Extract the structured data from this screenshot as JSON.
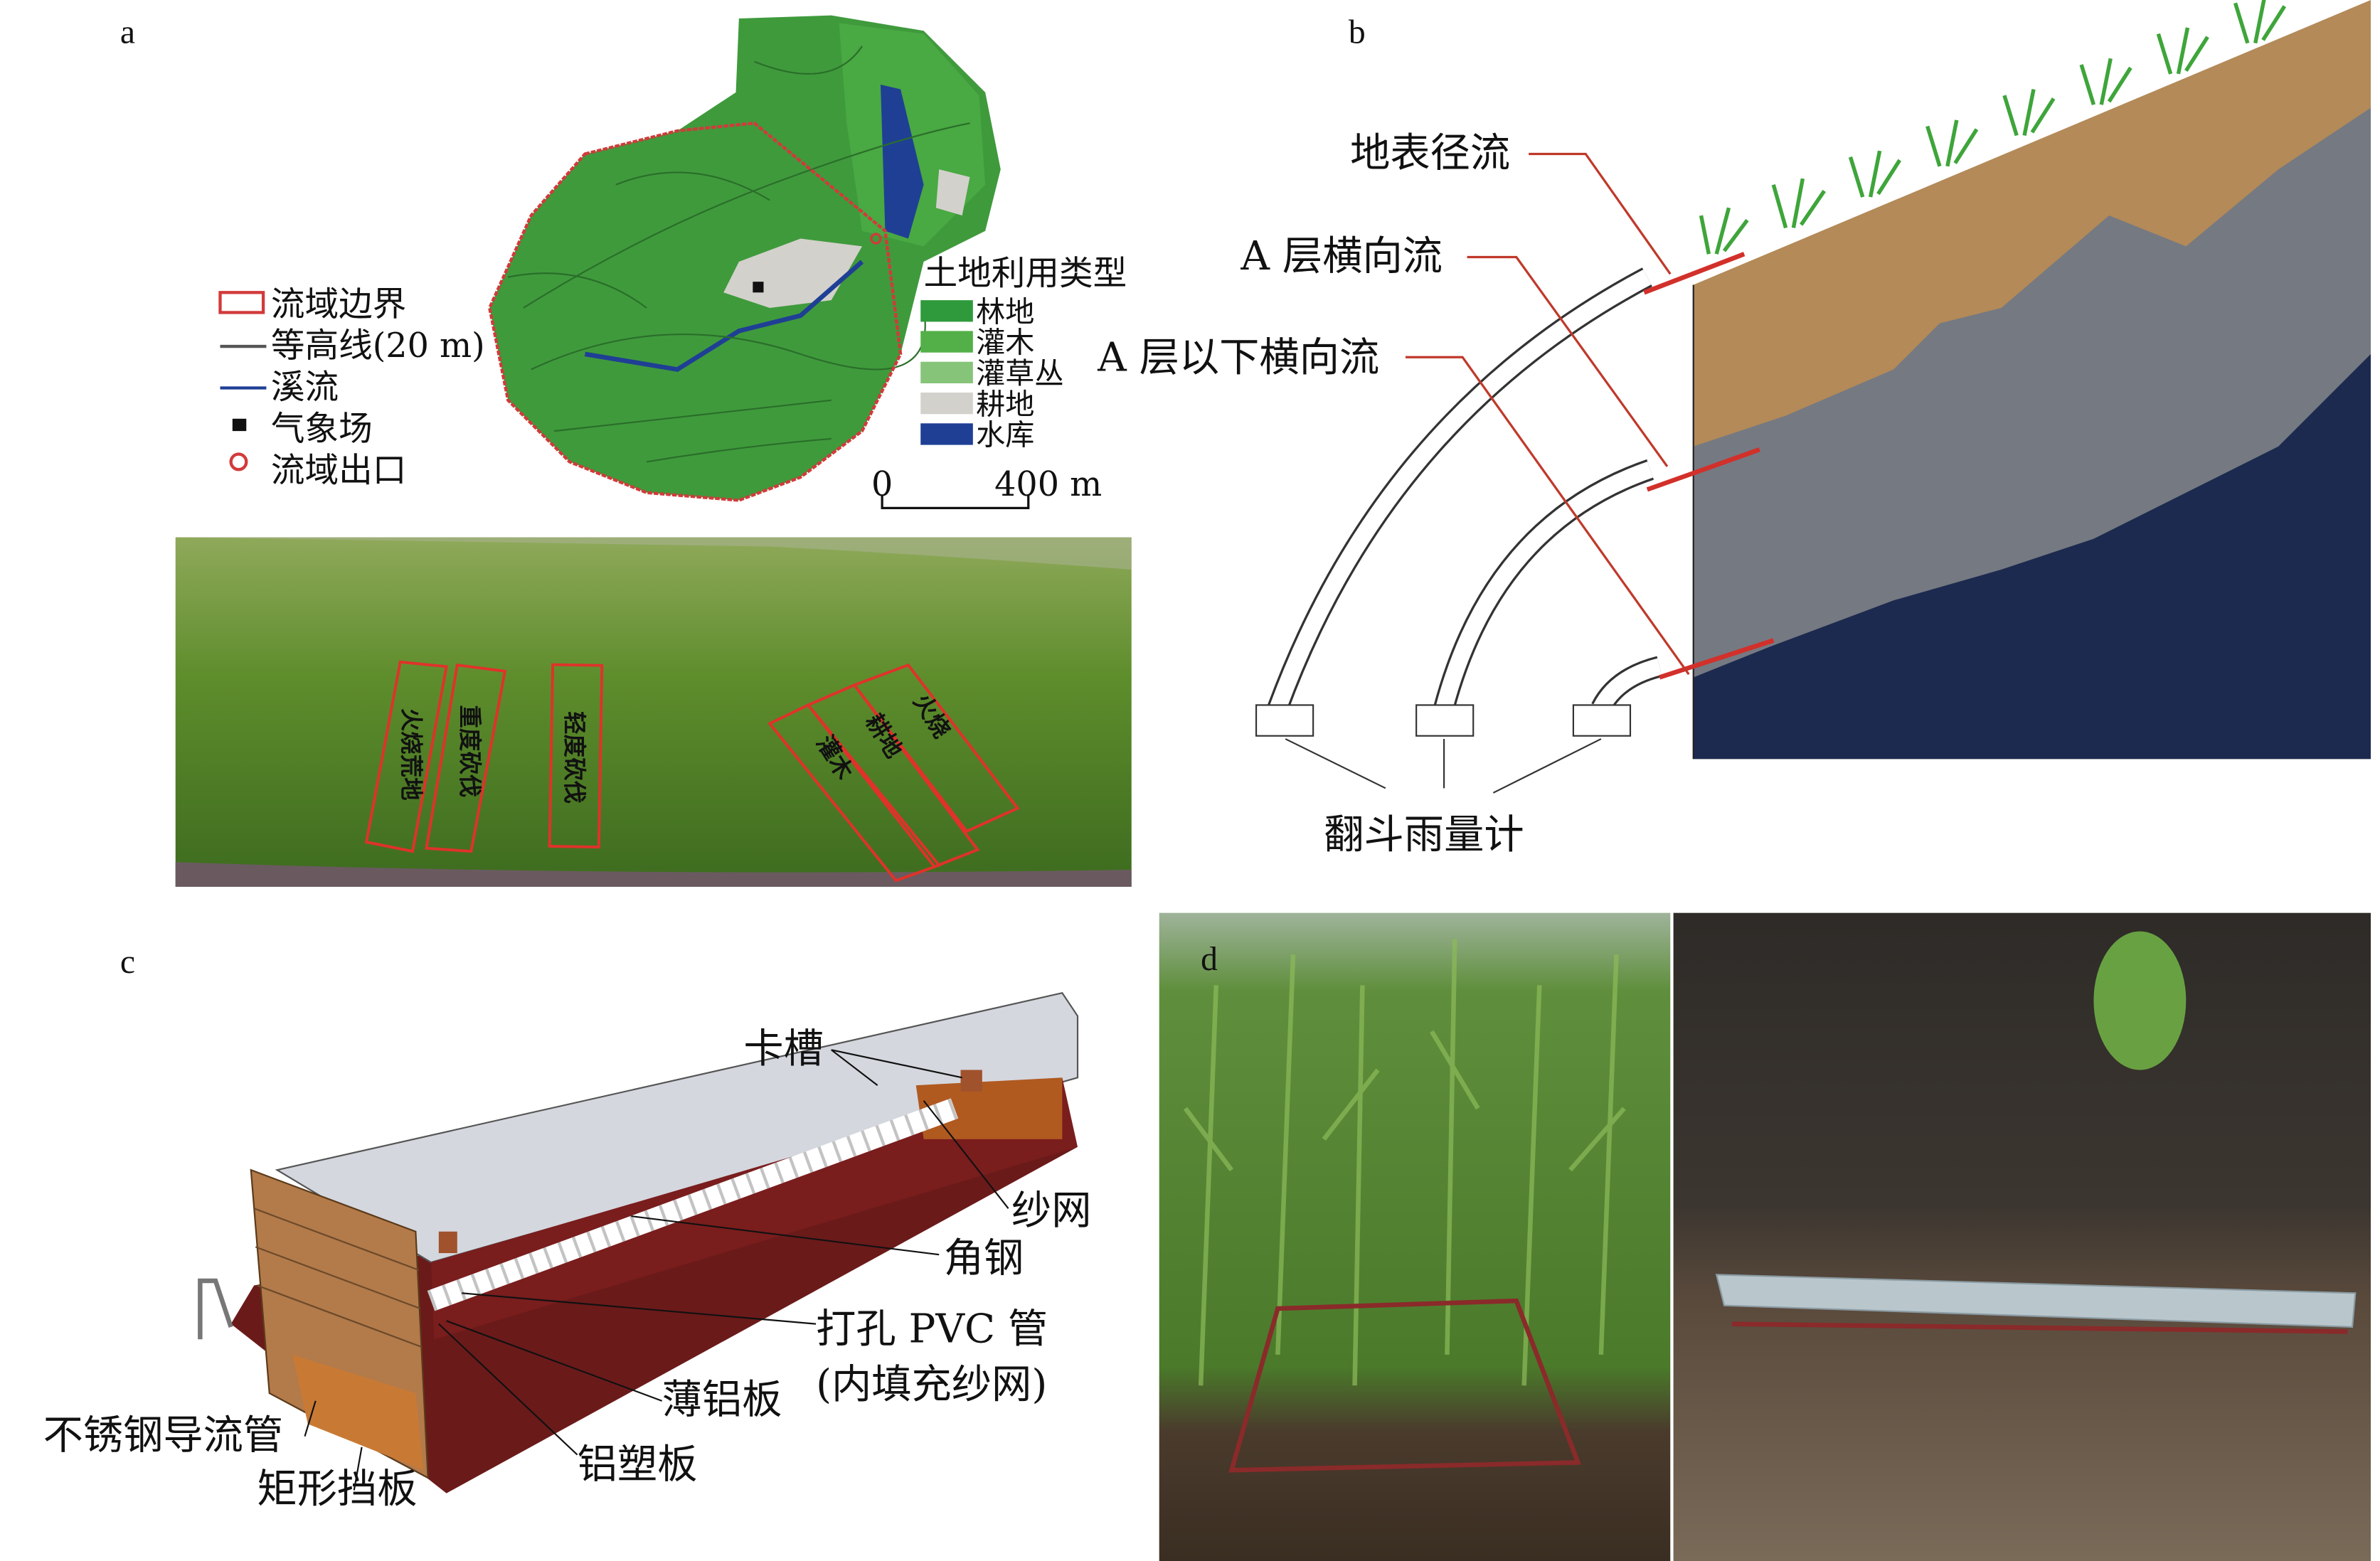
{
  "panels": {
    "a": "a",
    "b": "b",
    "c": "c",
    "d": "d"
  },
  "panel_a": {
    "legend": [
      {
        "label": "流域边界",
        "icon": "red-outline-rect"
      },
      {
        "label": "等高线(20 m)",
        "icon": "grey-line"
      },
      {
        "label": "溪流",
        "icon": "blue-line"
      },
      {
        "label": "气象场",
        "icon": "black-square"
      },
      {
        "label": "流域出口",
        "icon": "red-circle"
      }
    ],
    "landuse_title": "土地利用类型",
    "landuse": [
      {
        "label": "林地",
        "color": "#2f9a3c"
      },
      {
        "label": "灌木",
        "color": "#53b048"
      },
      {
        "label": "灌草丛",
        "color": "#86c47a"
      },
      {
        "label": "耕地",
        "color": "#d3d1cc"
      },
      {
        "label": "水库",
        "color": "#1f3f95"
      }
    ],
    "scale": {
      "start": "0",
      "end": "400 m"
    },
    "photo_plots": [
      "火烧荒地",
      "重度砍伐",
      "轻度砍伐",
      "灌木",
      "耕地",
      "火烧"
    ]
  },
  "panel_b": {
    "labels": {
      "surface": "地表径流",
      "a_layer": "A 层横向流",
      "below_a": "A 层以下横向流",
      "gauge": "翻斗雨量计"
    },
    "colors": {
      "topsoil": "#b38a58",
      "subsoil": "#757982",
      "bedrock": "#1d2a4f"
    }
  },
  "panel_c": {
    "labels": {
      "slot": "卡槽",
      "mesh": "纱网",
      "angle_steel": "角钢",
      "pvc": "打孔 PVC 管",
      "pvc_note": "(内填充纱网)",
      "al_sheet": "薄铝板",
      "steel_pipe": "不锈钢导流管",
      "baffle": "矩形挡板",
      "al_plastic": "铝塑板"
    }
  }
}
